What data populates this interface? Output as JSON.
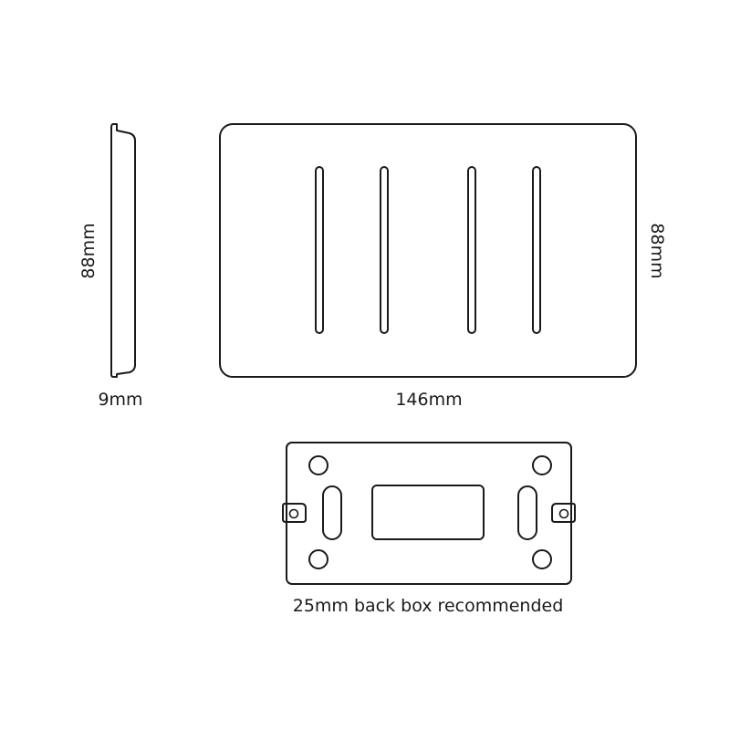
{
  "labels": {
    "side_height": "88mm",
    "side_depth": "9mm",
    "front_height": "88mm",
    "front_width": "146mm",
    "backbox_note": "25mm back box recommended"
  },
  "front_plate": {
    "slot_count": 4
  },
  "colors": {
    "stroke": "#1a1a1a",
    "background": "#ffffff"
  }
}
